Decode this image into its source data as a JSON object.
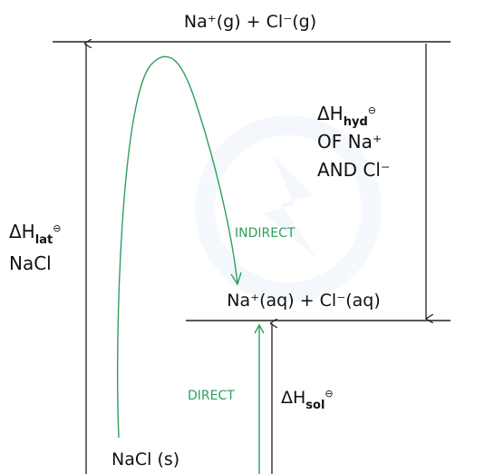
{
  "diagram": {
    "top_level": {
      "species": "Na⁺(g) + Cl⁻(g)"
    },
    "middle_level": {
      "species": "Na⁺(aq) + Cl⁻(aq)"
    },
    "bottom_level": {
      "species": "NaCl (s)"
    },
    "hydration": {
      "symbol": "ΔH",
      "subscript": "hyd",
      "superscript": "⊖",
      "line1": "OF Na⁺",
      "line2": "AND Cl⁻"
    },
    "lattice": {
      "symbol": "ΔH",
      "subscript": "lat",
      "superscript": "⊖",
      "line1": "NaCl"
    },
    "solution": {
      "symbol": "ΔH",
      "subscript": "sol",
      "superscript": "⊖"
    },
    "route_indirect": "INDIRECT",
    "route_direct": "DIRECT",
    "colors": {
      "text": "#111111",
      "line": "#222222",
      "route": "#2e9e5e",
      "watermark": "#eef5fb"
    }
  }
}
